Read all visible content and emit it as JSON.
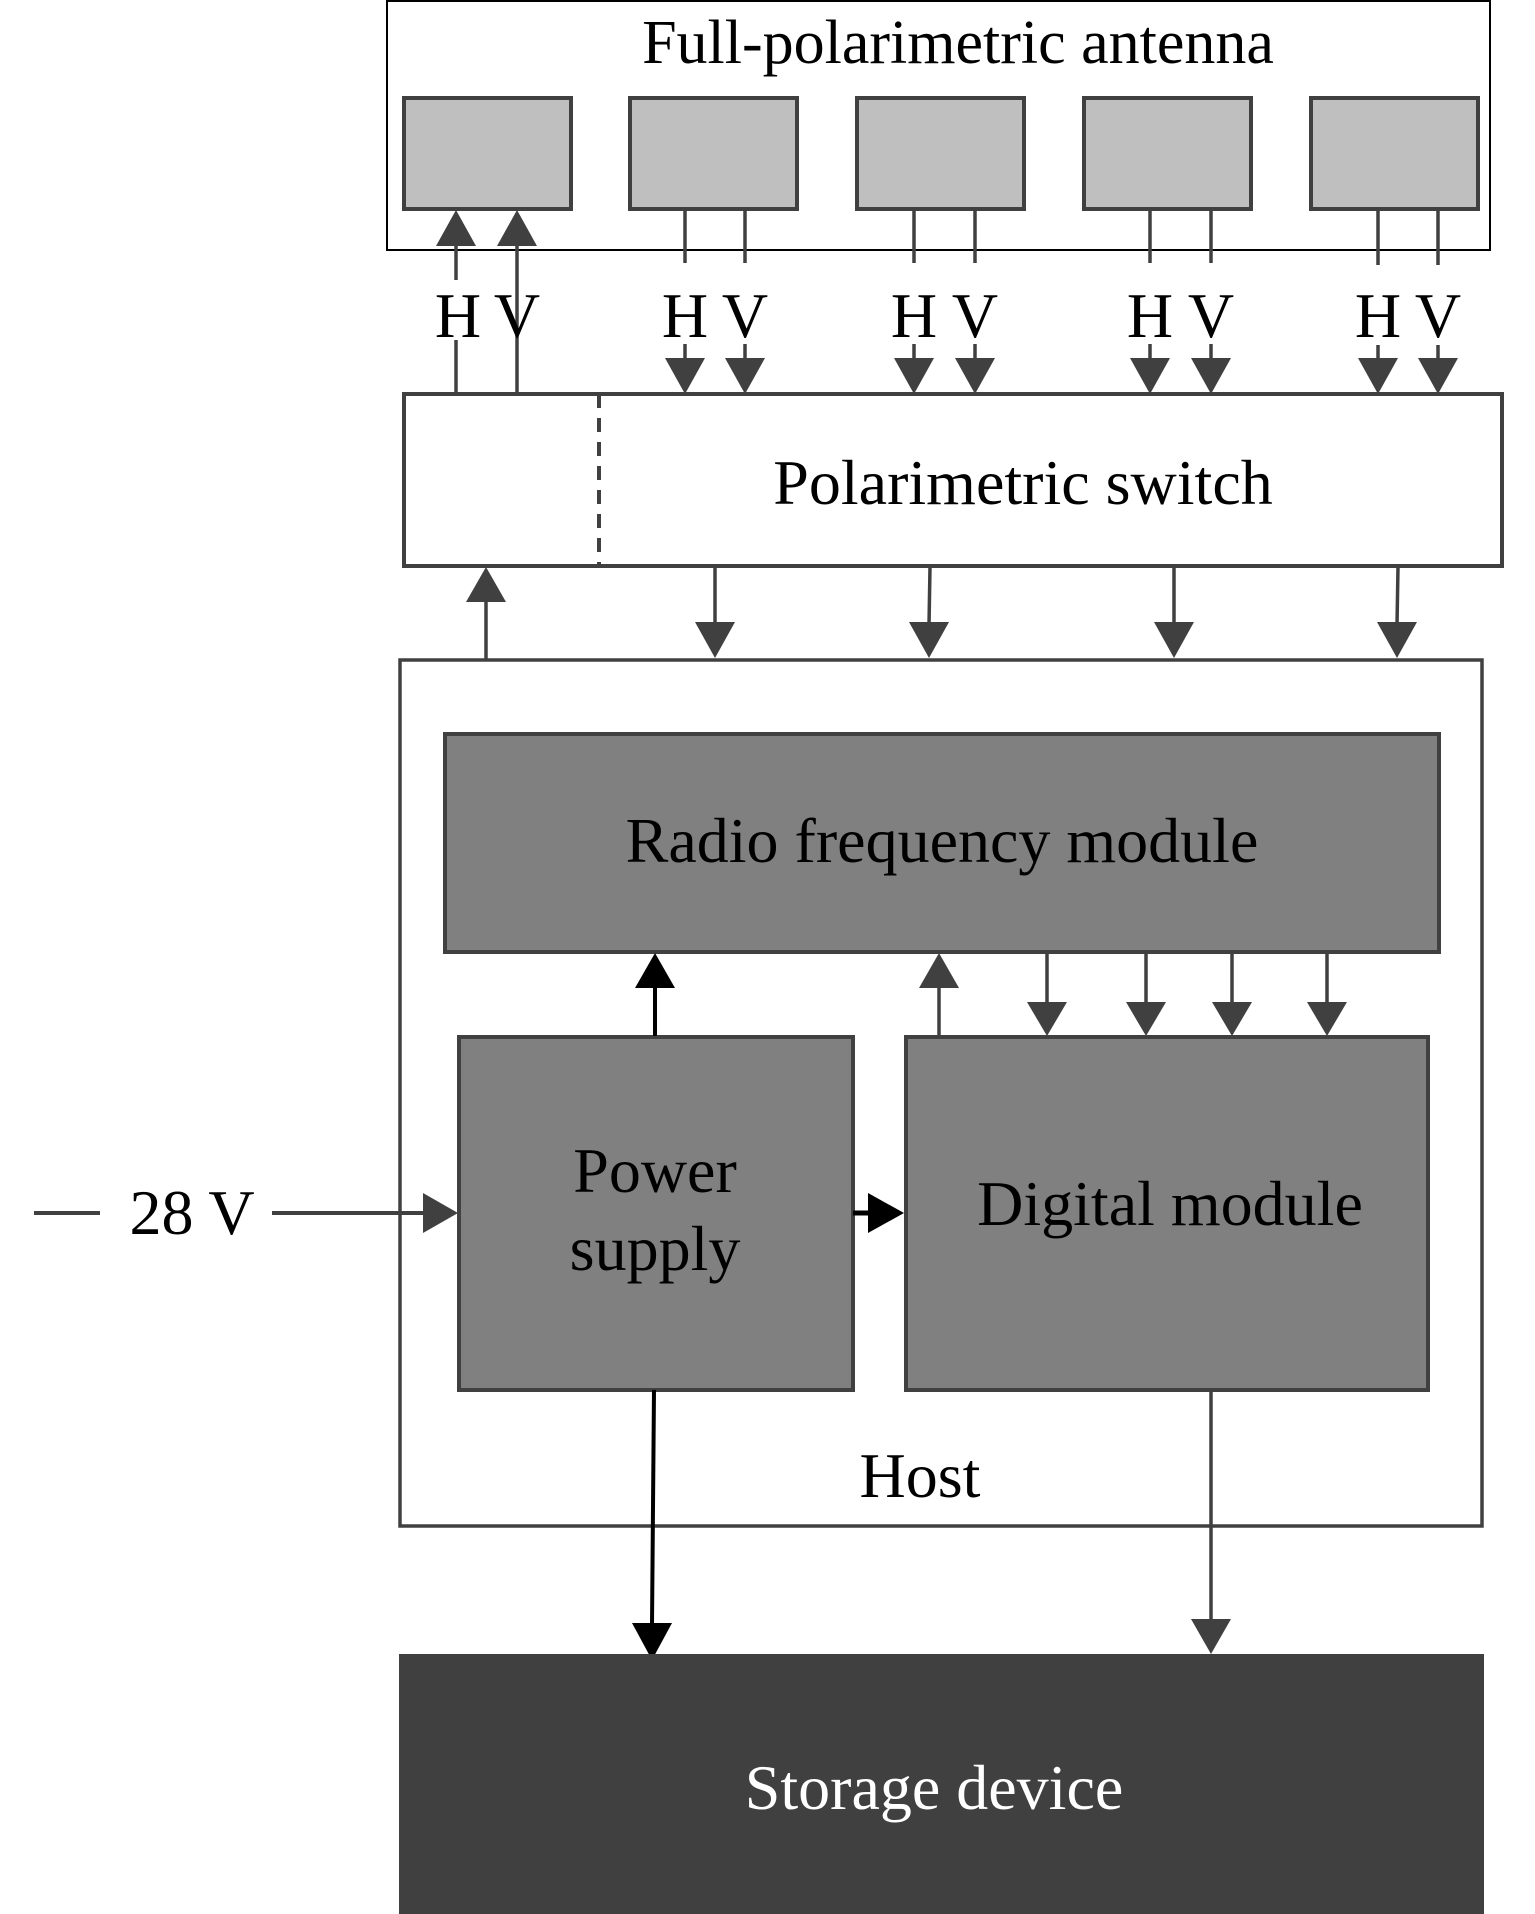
{
  "diagram": {
    "antenna": {
      "title": "Full-polarimetric antenna",
      "element_count": 5,
      "colors": {
        "fill": "#bfbfbf",
        "stroke": "#404040"
      }
    },
    "hv_labels": [
      {
        "h": "H",
        "v": "V",
        "direction": "up"
      },
      {
        "h": "H",
        "v": "V",
        "direction": "down"
      },
      {
        "h": "H",
        "v": "V",
        "direction": "down"
      },
      {
        "h": "H",
        "v": "V",
        "direction": "down"
      },
      {
        "h": "H",
        "v": "V",
        "direction": "down"
      }
    ],
    "switch": {
      "label": "Polarimetric switch"
    },
    "host": {
      "label": "Host"
    },
    "rf_module": {
      "label": "Radio frequency module",
      "color": "#808080"
    },
    "power_supply": {
      "line1": "Power",
      "line2": "supply",
      "color": "#808080"
    },
    "digital_module": {
      "label": "Digital module",
      "color": "#808080"
    },
    "storage": {
      "label": "Storage device",
      "color": "#404040"
    },
    "input": {
      "label": "28 V"
    },
    "stroke_color": "#404040"
  }
}
